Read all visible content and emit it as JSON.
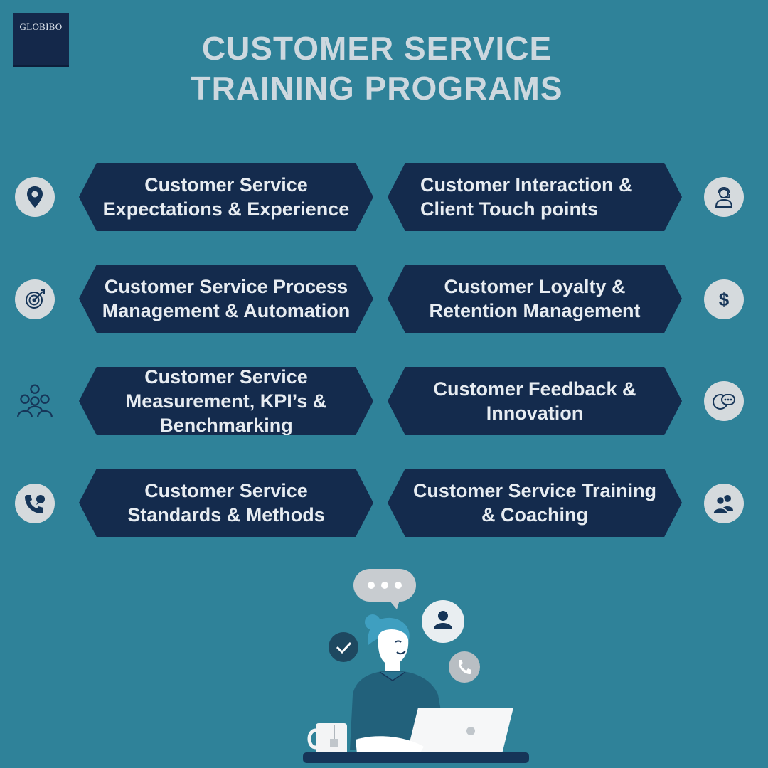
{
  "brand": {
    "logo_text": "GLOBIBO"
  },
  "header": {
    "title_line1": "CUSTOMER SERVICE",
    "title_line2": "TRAINING PROGRAMS"
  },
  "colors": {
    "background": "#2f8299",
    "card": "#142b4d",
    "icon_bg": "#d5dadd",
    "title": "#cdd8df"
  },
  "programs": [
    {
      "label": "Customer Service Expectations & Experience",
      "icon": "location-pin-icon"
    },
    {
      "label": "Customer Interaction & Client Touch points",
      "icon": "headset-agent-icon"
    },
    {
      "label": "Customer Service Process Management & Automation",
      "icon": "target-icon"
    },
    {
      "label": "Customer Loyalty & Retention Management",
      "icon": "dollar-icon"
    },
    {
      "label": "Customer Service Measurement, KPI’s & Benchmarking",
      "icon": "team-network-icon"
    },
    {
      "label": "Customer Feedback & Innovation",
      "icon": "chat-bubbles-icon"
    },
    {
      "label": "Customer Service Standards & Methods",
      "icon": "phone-chat-icon"
    },
    {
      "label": "Customer Service Training & Coaching",
      "icon": "users-icon"
    }
  ]
}
